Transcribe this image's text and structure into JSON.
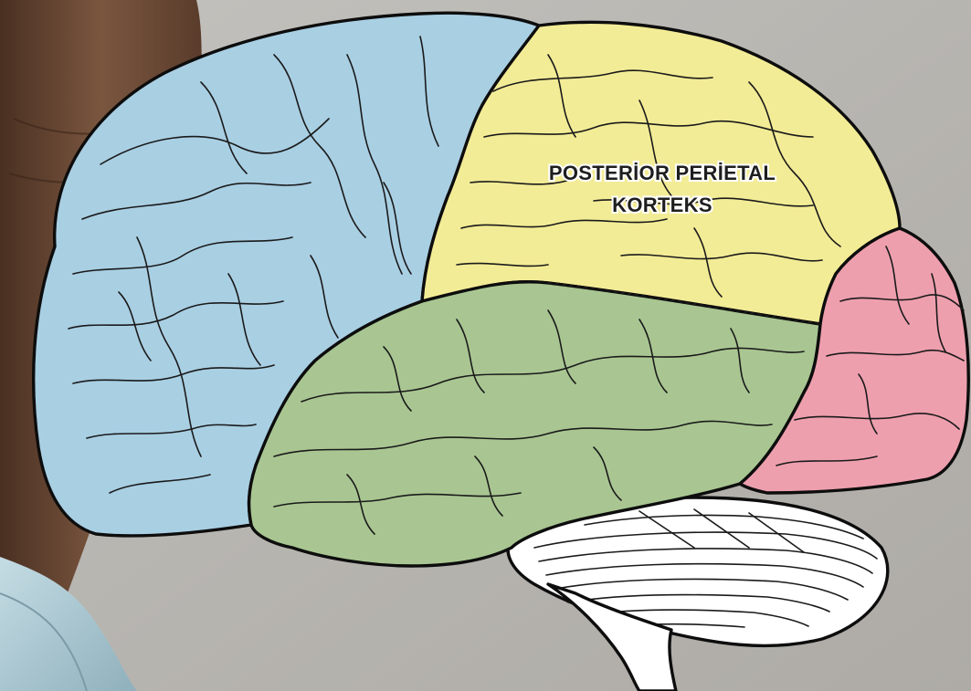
{
  "diagram": {
    "label_line_1": "POSTERİOR PERİETAL",
    "label_line_2": "KORTEKS"
  },
  "colors": {
    "background": "#b9b7b3",
    "frontal_lobe": "#a9cfe3",
    "parietal_lobe": "#f3ec96",
    "temporal_lobe": "#a9c692",
    "occipital_lobe": "#ee9fae",
    "cerebellum": "#ffffff",
    "outline": "#0d0d0d",
    "skin": "#6b4a35",
    "shirt": "#a6c3ce"
  },
  "regions": [
    "frontal-lobe",
    "parietal-lobe",
    "temporal-lobe",
    "occipital-lobe",
    "cerebellum",
    "brain-stem"
  ]
}
